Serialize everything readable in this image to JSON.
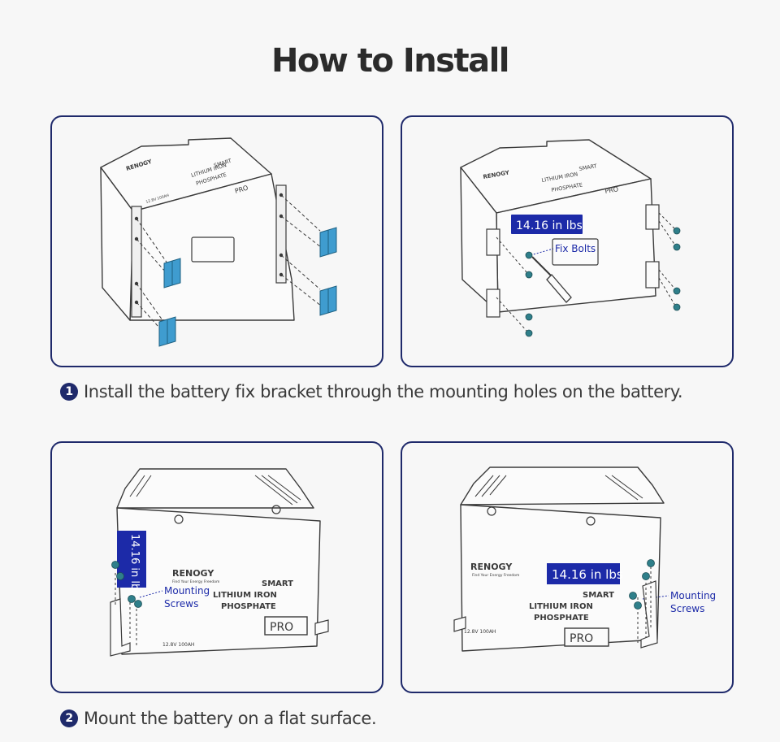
{
  "title": "How to Install",
  "brand": "RENOGY",
  "brand_tagline": "Find Your Energy Freedom",
  "product": {
    "line1": "SMART",
    "line2": "LITHIUM IRON",
    "line3": "PHOSPHATE",
    "badge": "PRO",
    "rating": "12.8V 100AH"
  },
  "callouts": {
    "torque": "14.16 in lbs",
    "fix_bolts": "Fix Bolts",
    "mounting_screws_line1": "Mounting",
    "mounting_screws_line2": "Screws"
  },
  "steps": [
    {
      "number": "1",
      "text": "Install the battery fix bracket through the mounting holes on the battery."
    },
    {
      "number": "2",
      "text": "Mount the battery on a flat surface."
    }
  ],
  "colors": {
    "accent_navy": "#1f2a6b",
    "callout_blue": "#1c2aa8",
    "bracket_teal": "#3f9ccf",
    "screw_teal": "#2f7f8a",
    "line": "#3a3a3a"
  }
}
